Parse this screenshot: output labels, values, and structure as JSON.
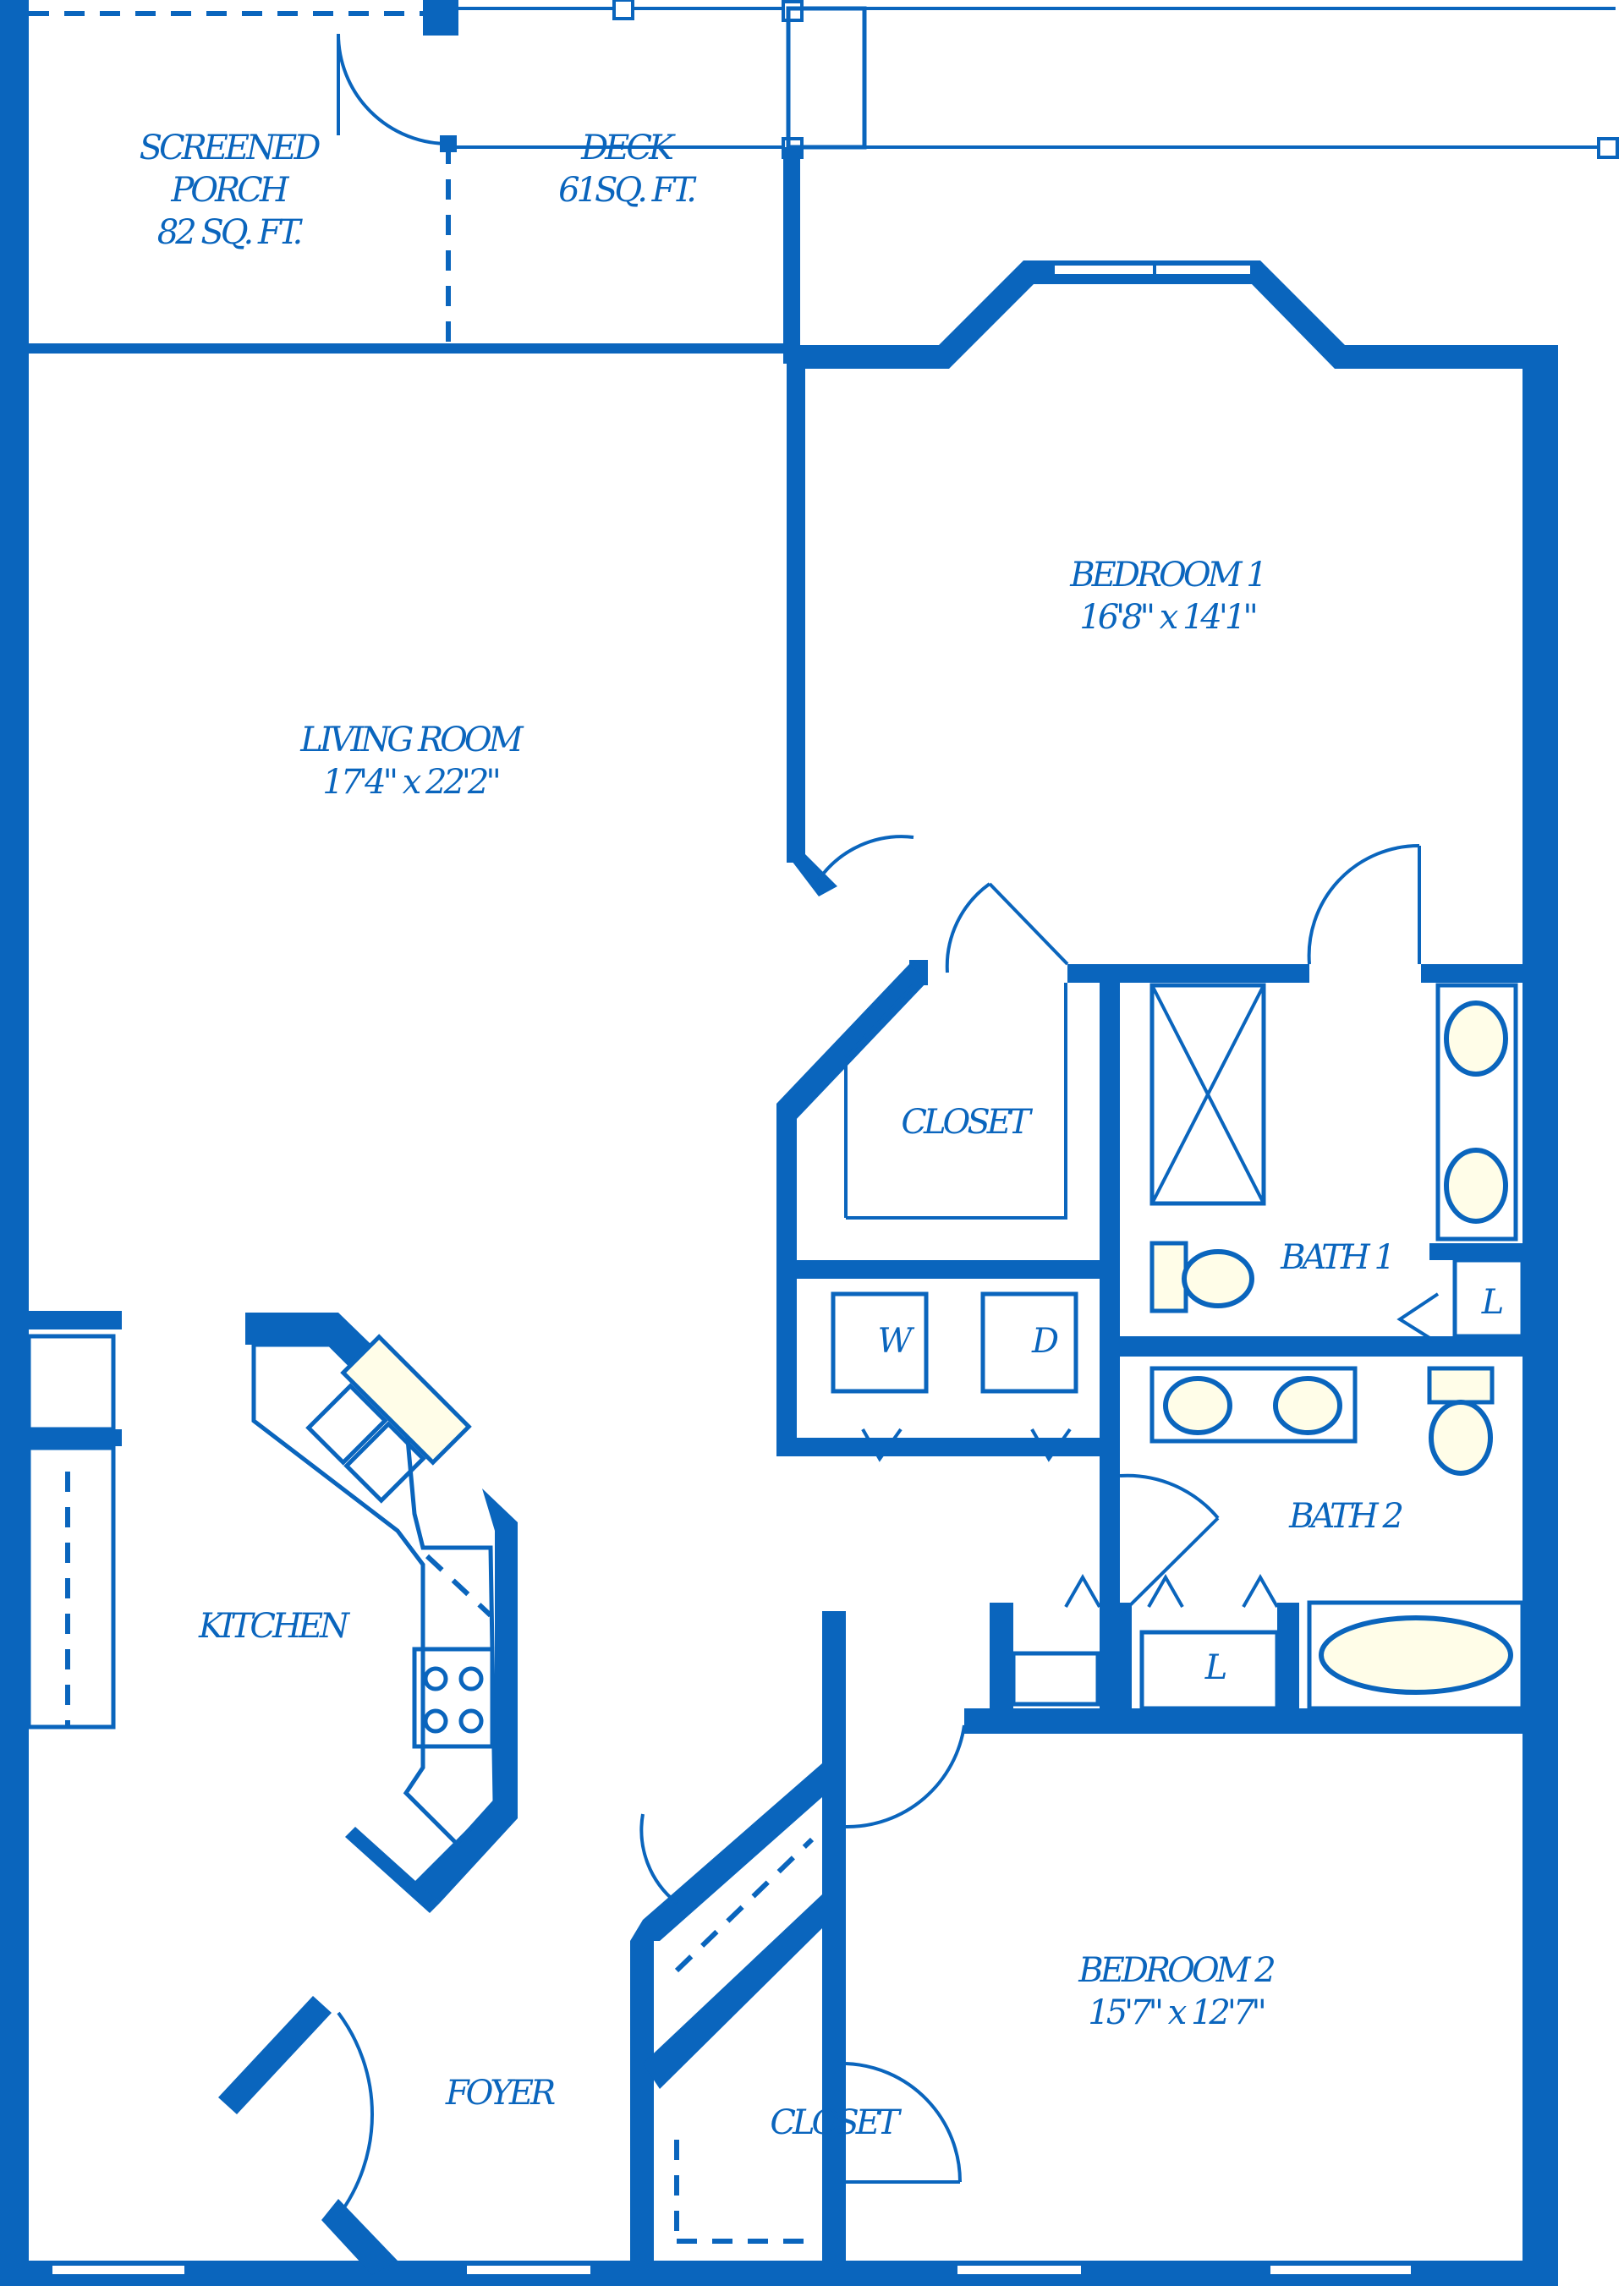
{
  "rooms": {
    "screened_porch": {
      "name_line1": "SCREENED",
      "name_line2": "PORCH",
      "area": "82 SQ. FT."
    },
    "deck": {
      "name": "DECK",
      "area": "61SQ. FT."
    },
    "bedroom1": {
      "name": "BEDROOM 1",
      "dims": "16'8\" x 14'1\""
    },
    "living_room": {
      "name": "LIVING ROOM",
      "dims": "17'4\" x 22'2\""
    },
    "closet1": {
      "name": "CLOSET"
    },
    "bath1": {
      "name": "BATH 1"
    },
    "bath2": {
      "name": "BATH 2"
    },
    "kitchen": {
      "name": "KITCHEN"
    },
    "bedroom2": {
      "name": "BEDROOM 2",
      "dims": "15'7\" x 12'7\""
    },
    "foyer": {
      "name": "FOYER"
    },
    "closet2": {
      "name": "CLOSET"
    }
  },
  "fixtures": {
    "washer": "W",
    "dryer": "D",
    "linen_bath1": "L",
    "linen_bath2": "L"
  },
  "colors": {
    "wall": "#0a65bd",
    "fixture_fill": "#fffde8",
    "background": "#ffffff"
  }
}
